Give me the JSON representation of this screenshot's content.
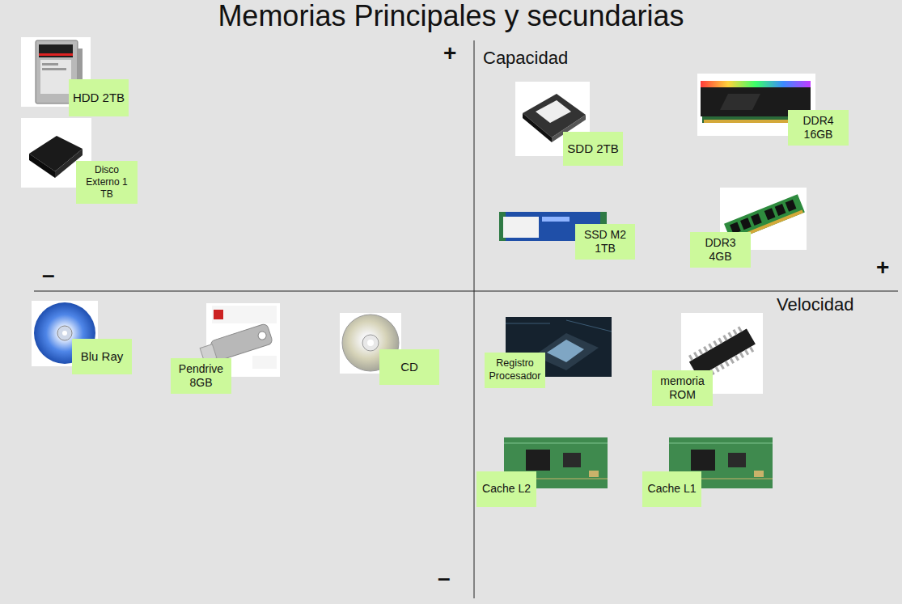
{
  "diagram": {
    "title": "Memorias Principales y secundarias",
    "nodes": [
      {
        "text": [
          "HDD 2TB"
        ]
      },
      {
        "text": [
          "DDR4 16GB"
        ]
      },
      {
        "text": [
          "SDD 2TB"
        ]
      },
      {
        "text": [
          "Disco Externo 1 TB"
        ]
      },
      {
        "text": [
          "SSD M2 1TB"
        ]
      },
      {
        "text": [
          "DDR3 4GB"
        ]
      },
      {
        "text": [
          "Blu Ray"
        ]
      },
      {
        "text": [
          "CD"
        ]
      },
      {
        "text": [
          "Registro Procesador"
        ]
      },
      {
        "text": [
          "Pendrive 8GB"
        ]
      },
      {
        "text": [
          "memoria ROM"
        ]
      },
      {
        "text": [
          "Cache L2"
        ]
      },
      {
        "text": [
          "Cache L1"
        ]
      }
    ],
    "labels": [
      "+",
      "Capacidad",
      "–",
      "+",
      "Velocidad",
      "–"
    ]
  }
}
